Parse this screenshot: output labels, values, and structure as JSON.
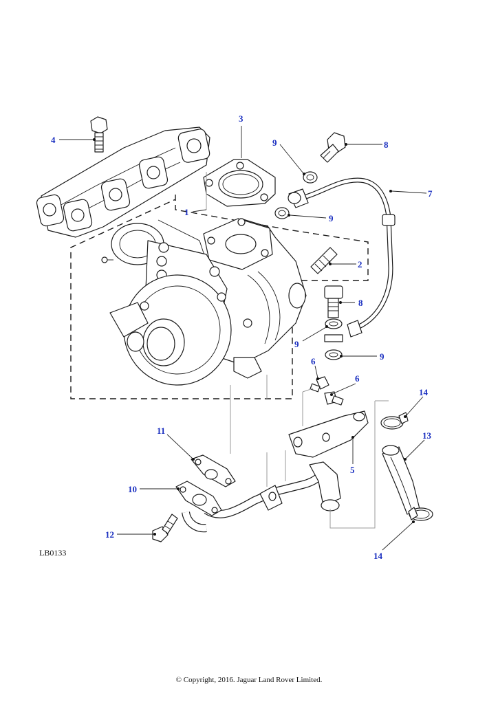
{
  "diagram": {
    "code": "LB0133",
    "copyright": "© Copyright, 2016. Jaguar Land Rover Limited.",
    "callouts": [
      "1",
      "2",
      "3",
      "4",
      "5",
      "6",
      "6",
      "7",
      "8",
      "8",
      "9",
      "9",
      "9",
      "9",
      "10",
      "11",
      "12",
      "13",
      "14",
      "14"
    ],
    "callout_color": "#1a2fc0"
  }
}
